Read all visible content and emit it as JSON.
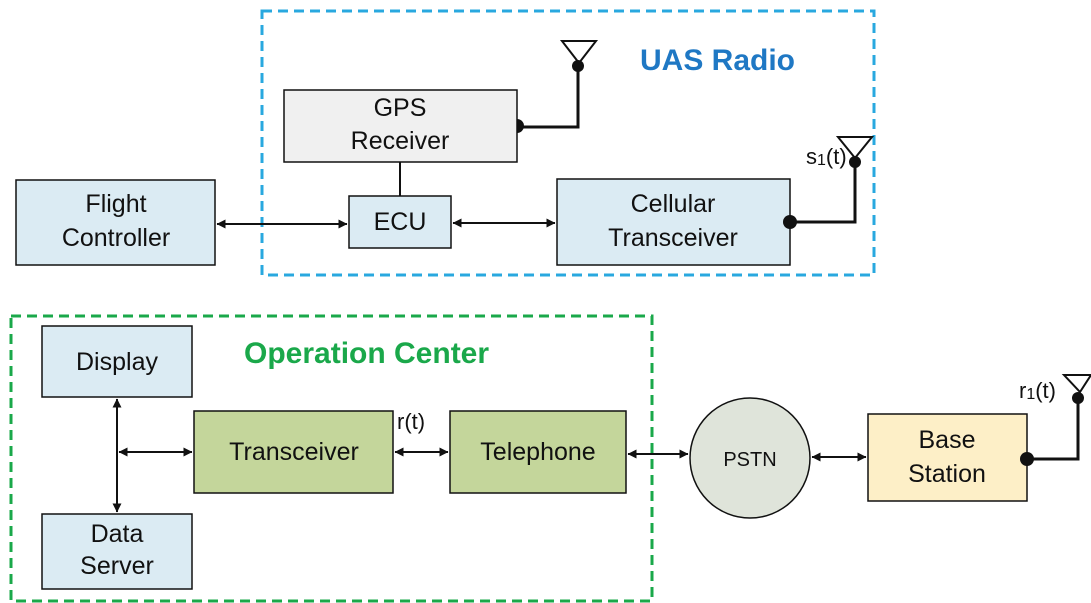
{
  "colors": {
    "uas_border": "#29a8df",
    "uas_title": "#1f78c4",
    "oc_border": "#1aa84a",
    "oc_title": "#1aa84a",
    "light_blue_fill": "#dbebf3",
    "gray_fill": "#f0f0f0",
    "green_fill": "#c4d69b",
    "gray_green_fill": "#dfe4da",
    "cream_fill": "#fdefc7"
  },
  "groups": {
    "uas_radio": {
      "title": "UAS Radio"
    },
    "operation_center": {
      "title": "Operation Center"
    }
  },
  "blocks": {
    "gps_receiver": {
      "line1": "GPS",
      "line2": "Receiver"
    },
    "flight_controller": {
      "line1": "Flight",
      "line2": "Controller"
    },
    "ecu": {
      "label": "ECU"
    },
    "cellular_transceiver": {
      "line1": "Cellular",
      "line2": "Transceiver"
    },
    "display": {
      "label": "Display"
    },
    "data_server": {
      "line1": "Data",
      "line2": "Server"
    },
    "transceiver": {
      "label": "Transceiver"
    },
    "telephone": {
      "label": "Telephone"
    },
    "pstn": {
      "label": "PSTN"
    },
    "base_station": {
      "line1": "Base",
      "line2": "Station"
    }
  },
  "signals": {
    "s1": {
      "base": "s",
      "sub": "1",
      "suffix": "(t)"
    },
    "r": {
      "label": "r(t)"
    },
    "r1": {
      "base": "r",
      "sub": "1",
      "suffix": "(t)"
    }
  }
}
